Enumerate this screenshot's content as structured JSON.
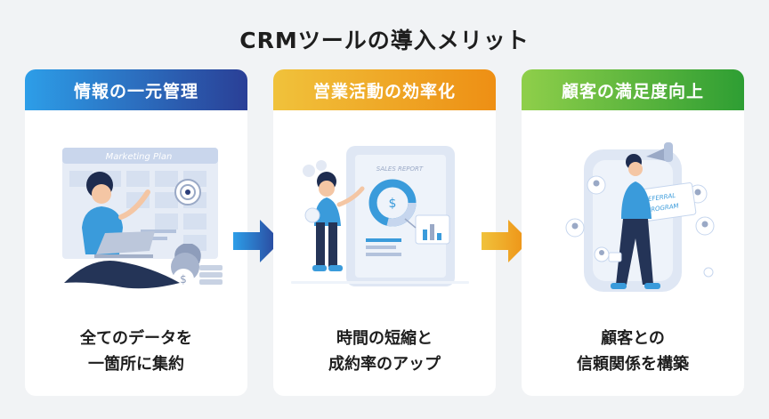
{
  "title": "CRMツールの導入メリット",
  "cards": [
    {
      "heading": "情報の一元管理",
      "line1": "全てのデータを",
      "line2": "一箇所に集約",
      "illustration_label": "Marketing Plan"
    },
    {
      "heading": "営業活動の効率化",
      "line1": "時間の短縮と",
      "line2": "成約率のアップ",
      "illustration_label": "SALES REPORT"
    },
    {
      "heading": "顧客の満足度向上",
      "line1": "顧客との",
      "line2": "信頼関係を構築",
      "illustration_label_1": "REFERRAL",
      "illustration_label_2": "PROGRAM"
    }
  ],
  "colors": {
    "blue_start": "#2d9ee8",
    "blue_end": "#2a3f96",
    "orange_start": "#f0c23b",
    "orange_end": "#ee8f14",
    "green_start": "#8fcf4a",
    "green_end": "#2e9e33",
    "background": "#f1f3f5"
  },
  "icons": [
    "arrow-right-icon"
  ]
}
